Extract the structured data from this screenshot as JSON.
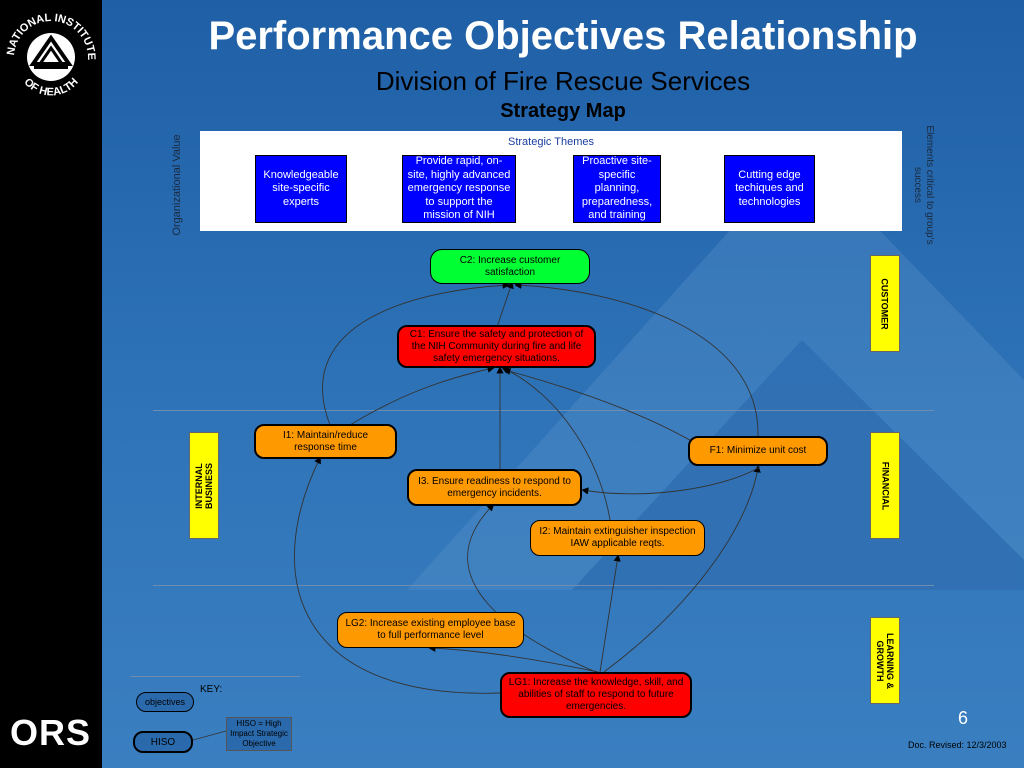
{
  "slide": {
    "title": "Performance Objectives Relationship",
    "subtitle": "Division of Fire Rescue Services",
    "heading": "Strategy Map",
    "page_number": "6",
    "doc_revised": "Doc. Revised: 12/3/2003"
  },
  "logos": {
    "nih_text": "NATIONAL INSTITUTES OF HEALTH",
    "ors_text": "ORS"
  },
  "themes": {
    "label": "Strategic Themes",
    "items": [
      "Knowledgeable site-specific experts",
      "Provide rapid, on-site, highly advanced emergency response to support the mission of NIH",
      "Proactive site-specific planning, preparedness, and training",
      "Cutting edge techiques and technologies"
    ]
  },
  "side_labels": {
    "left": "Organizational Value",
    "right": "Elements critical to group's success"
  },
  "perspectives": {
    "customer": "CUSTOMER",
    "financial": "FINANCIAL",
    "internal_line1": "INTERNAL",
    "internal_line2": "BUSINESS",
    "learning_line1": "LEARNING &",
    "learning_line2": "GROWTH"
  },
  "objectives": {
    "c2": "C2: Increase customer satisfaction",
    "c1": "C1: Ensure the safety and protection of the NIH Community during fire and life safety emergency situations.",
    "i1": "I1: Maintain/reduce response time",
    "f1": "F1: Minimize unit cost",
    "i3": "I3. Ensure readiness to respond to emergency incidents.",
    "i2": "I2: Maintain extinguisher inspection IAW applicable reqts.",
    "lg2": "LG2: Increase existing employee base to full performance level",
    "lg1": "LG1: Increase the knowledge, skill, and abilities of staff to respond to future emergencies."
  },
  "key": {
    "label": "KEY:",
    "objectives": "objectives",
    "hiso": "HISO",
    "hiso_def": "HISO = High Impact Strategic Objective"
  }
}
